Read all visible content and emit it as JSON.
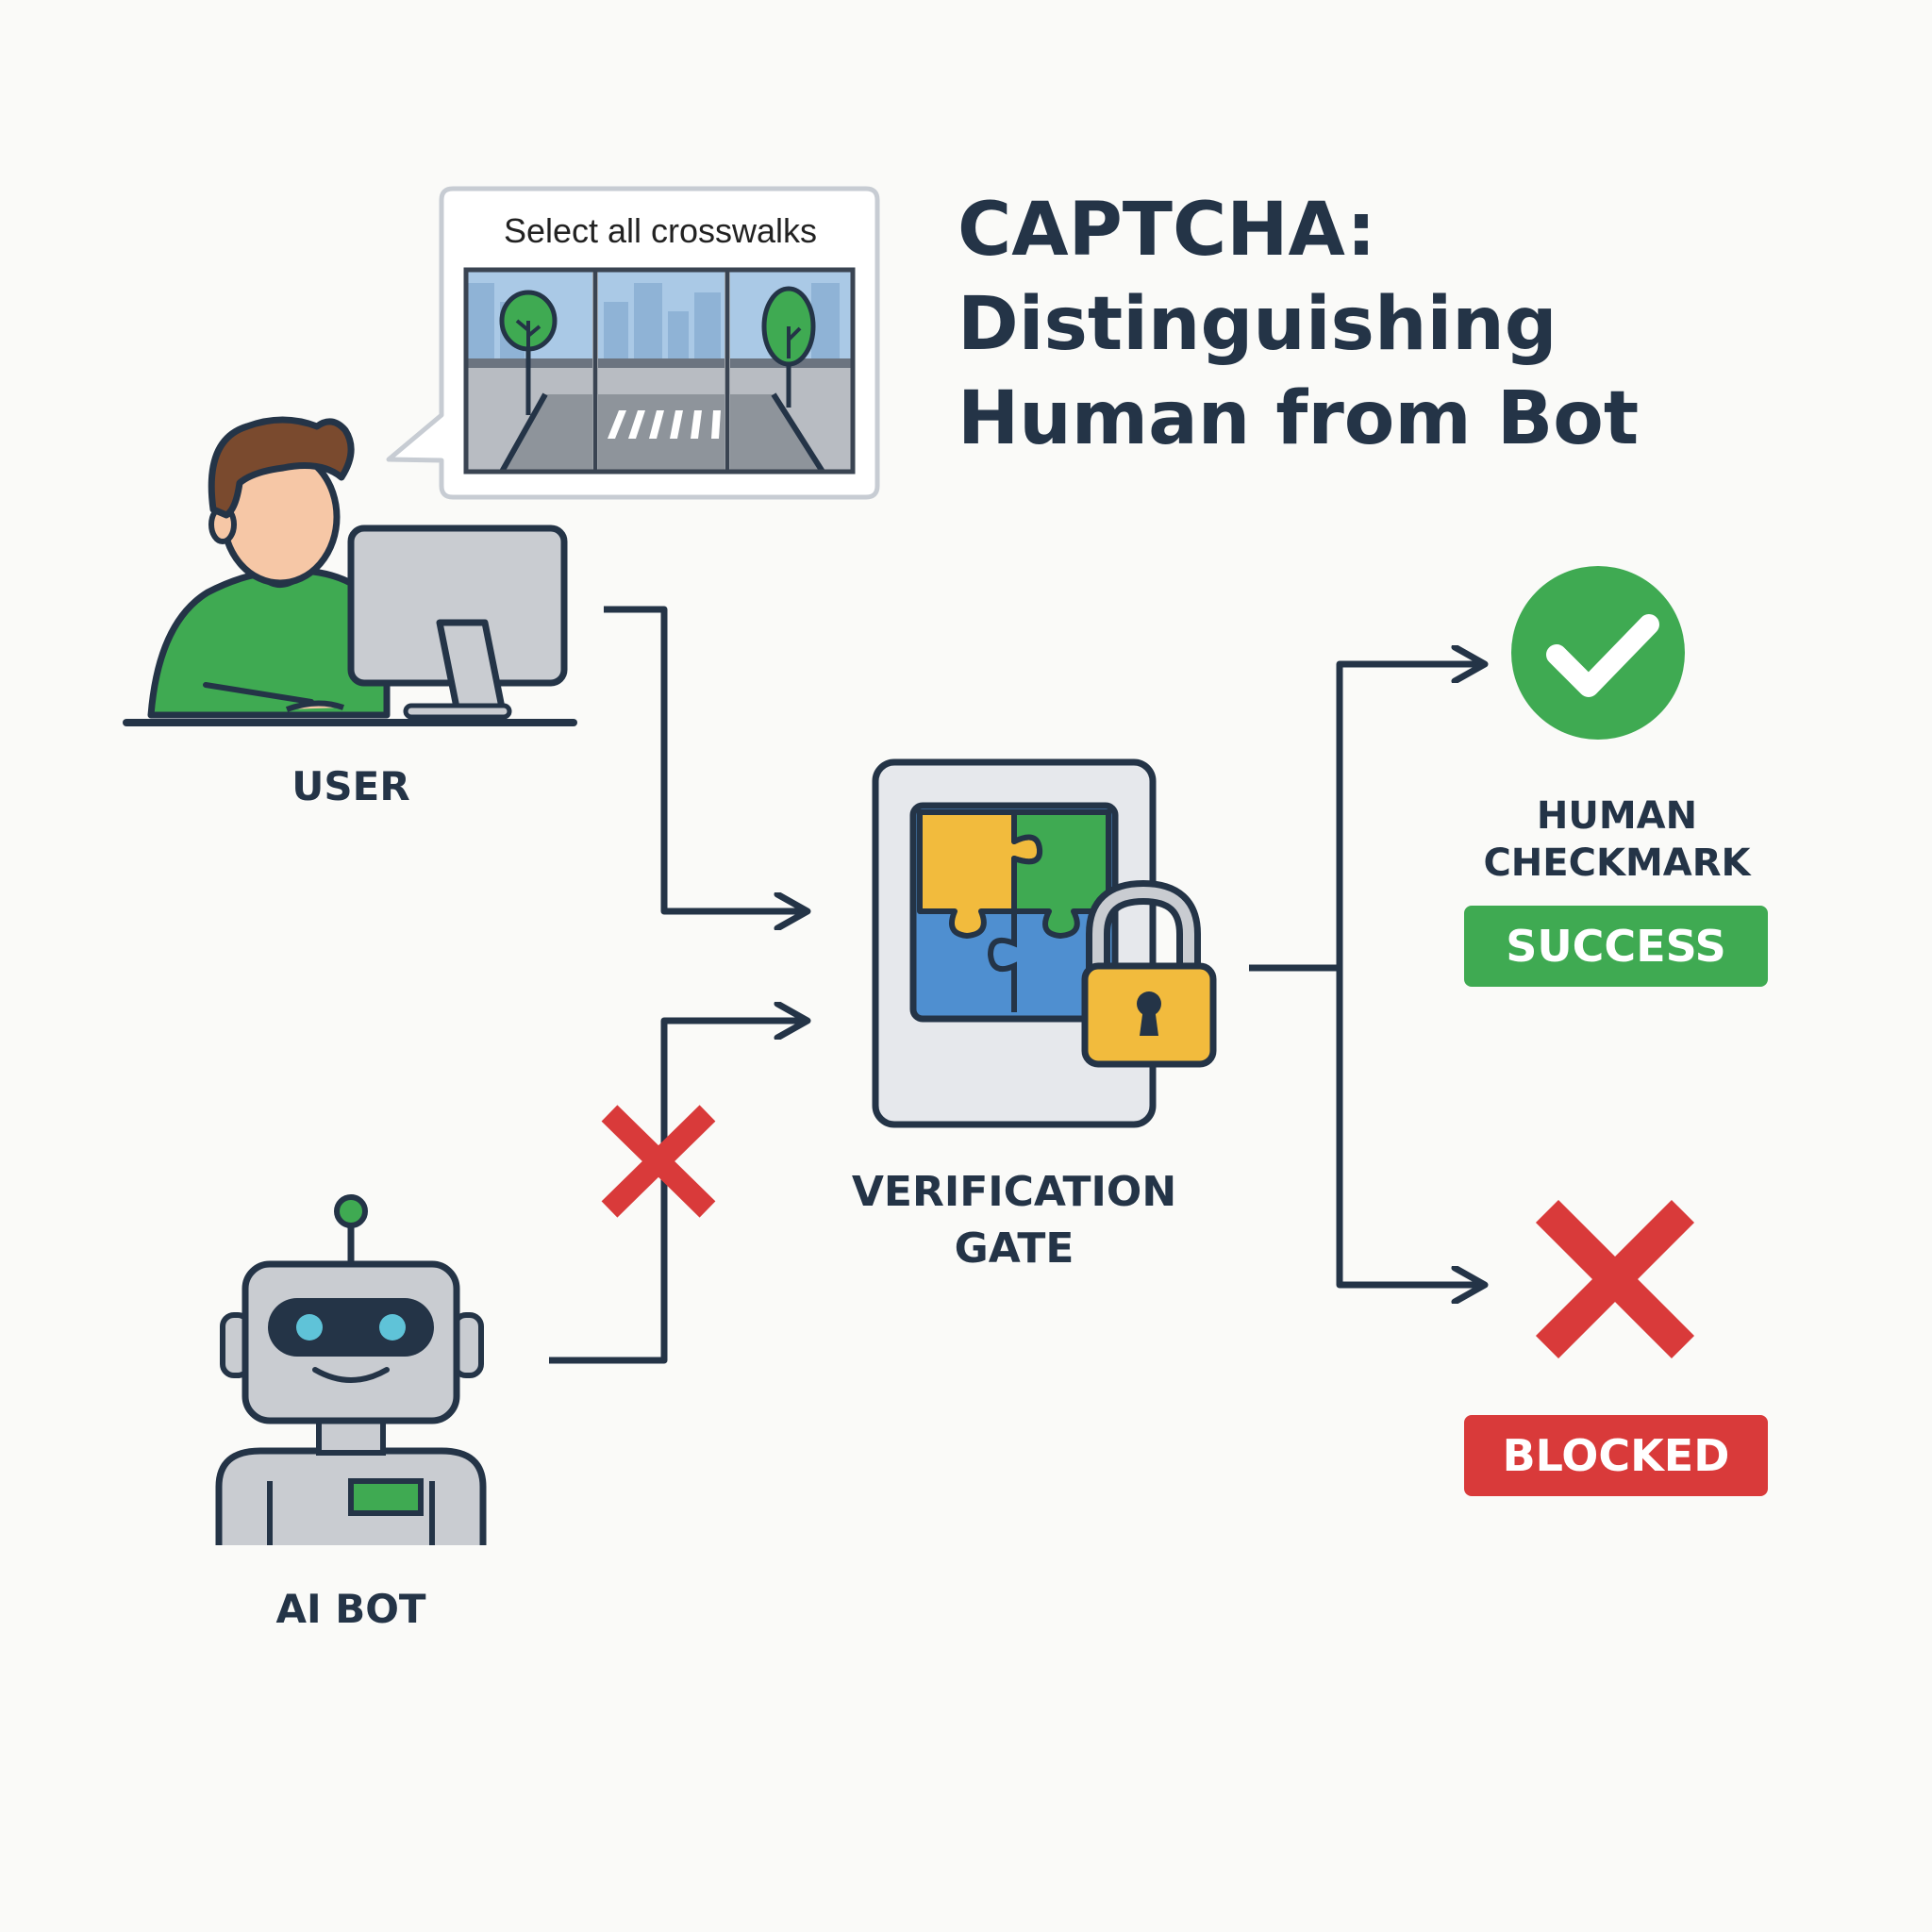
{
  "title": {
    "lines": [
      "CAPTCHA:",
      "Distinguishing",
      "Human from Bot"
    ]
  },
  "captcha_prompt": {
    "text": "Select all crosswalks"
  },
  "nodes": {
    "user_label": "USER",
    "bot_label": "AI BOT",
    "gate_label": [
      "VERIFICATION",
      "GATE"
    ],
    "human_label": [
      "HUMAN",
      "CHECKMARK"
    ]
  },
  "badges": {
    "success": "SUCCESS",
    "blocked": "BLOCKED"
  },
  "colors": {
    "ink": "#243447",
    "green": "#3faa52",
    "red": "#d93a3a",
    "yellow": "#f2bb3d",
    "blue": "#4f8fd0",
    "gray": "#c9ccd1",
    "skin": "#f6c7a6",
    "hair": "#7a4a2e",
    "sky": "#aac9e6"
  },
  "icons": [
    "person-at-computer-icon",
    "robot-icon",
    "puzzle-icon",
    "padlock-icon",
    "checkmark-icon",
    "x-mark-icon",
    "tree-icon"
  ]
}
